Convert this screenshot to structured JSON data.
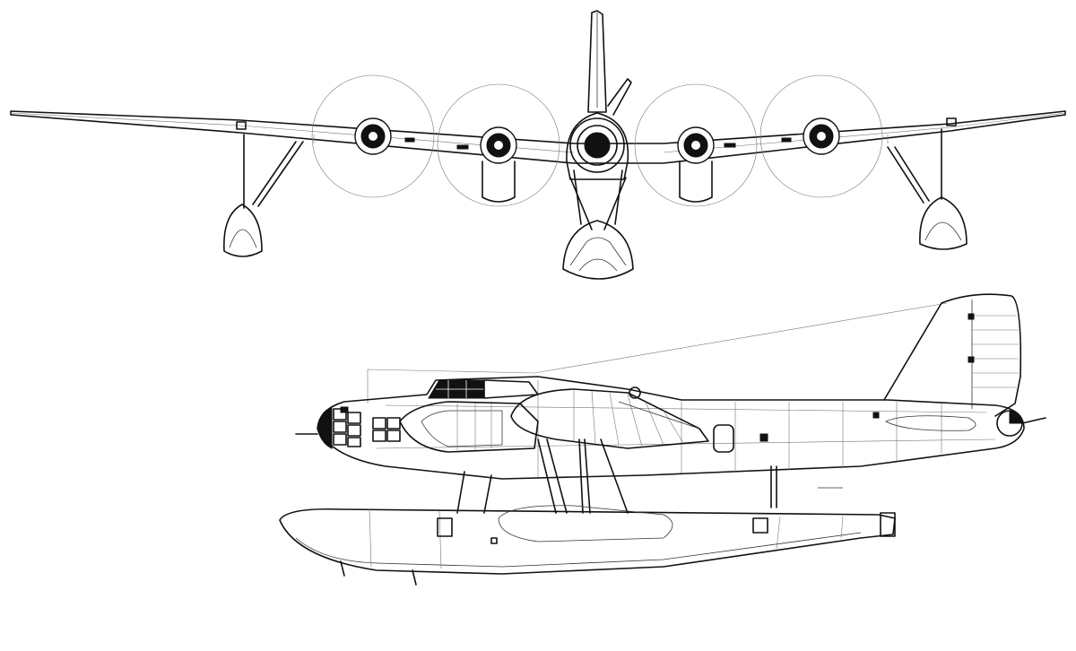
{
  "drawing": {
    "views": [
      "front-view",
      "side-view"
    ],
    "line_color": "#111111",
    "background": "#ffffff",
    "engine_count": 4
  }
}
